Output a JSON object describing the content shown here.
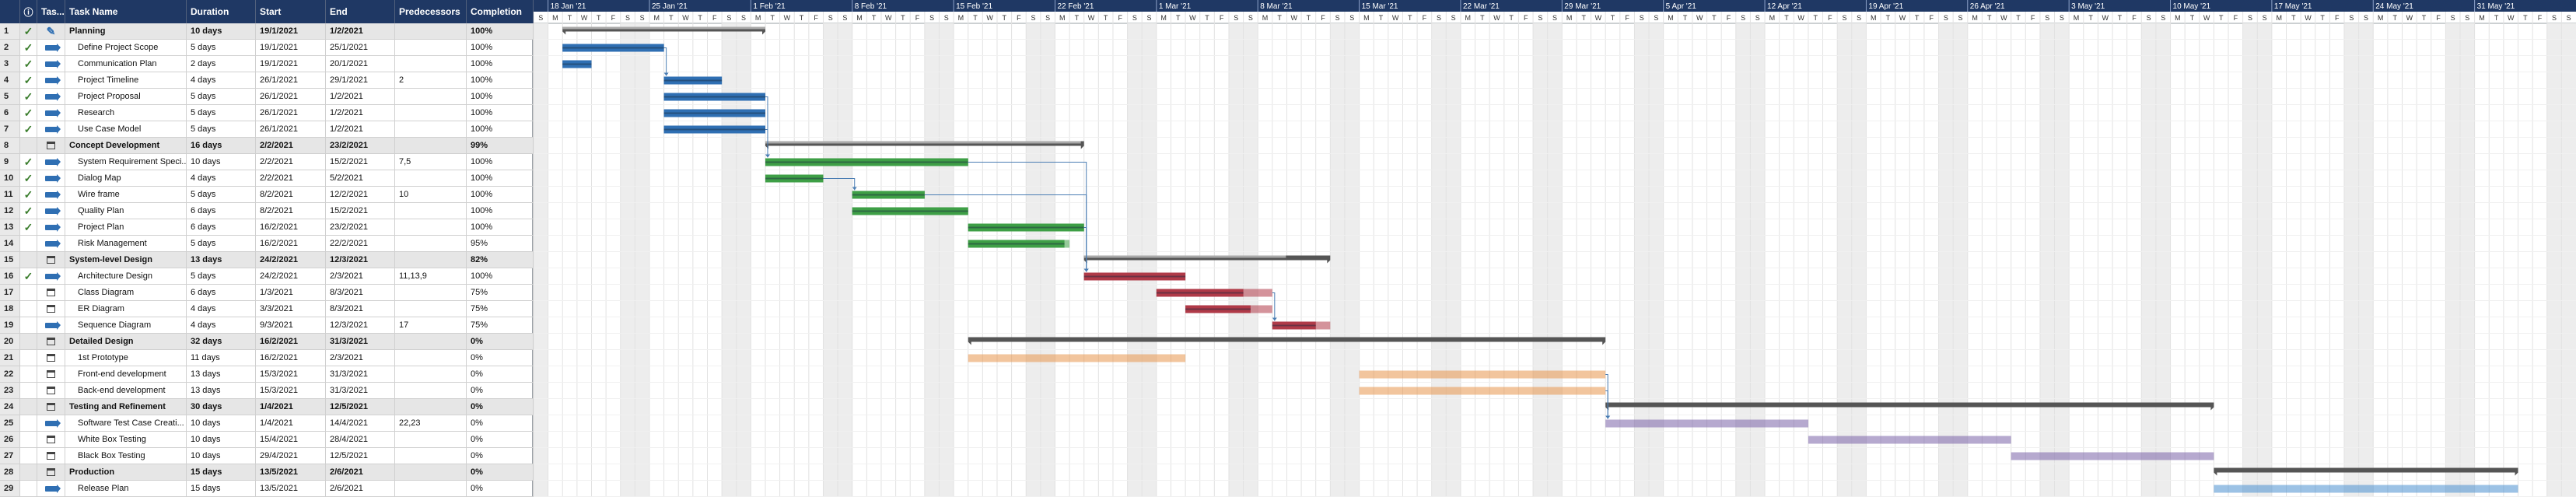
{
  "columns": {
    "id": "",
    "info": "ⓘ",
    "mode": "Tas...",
    "name": "Task Name",
    "duration": "Duration",
    "start": "Start",
    "end": "End",
    "predecessors": "Predecessors",
    "completion": "Completion"
  },
  "timeline": {
    "start": "2021-01-17",
    "end": "2021-06-06",
    "week_labels": [
      "18 Jan '21",
      "25 Jan '21",
      "1 Feb '21",
      "8 Feb '21",
      "15 Feb '21",
      "22 Feb '21",
      "1 Mar '21",
      "8 Mar '21",
      "15 Mar '21",
      "22 Mar '21",
      "29 Mar '21",
      "5 Apr '21",
      "12 Apr '21",
      "19 Apr '21",
      "26 Apr '21",
      "3 May '21",
      "10 May '21",
      "17 May '21",
      "24 May '21",
      "31 May '21"
    ],
    "day_letters": [
      "S",
      "M",
      "T",
      "W",
      "T",
      "F",
      "S"
    ]
  },
  "colors": {
    "planning": "#2f6fb3",
    "concept": "#3e9f46",
    "design": "#b03a48",
    "detailed": "#e8954d",
    "testing": "#7a63a8",
    "production": "#4a8fd0",
    "summary": "#555555"
  },
  "tasks": [
    {
      "id": "1",
      "name": "Planning",
      "duration": "10 days",
      "start": "19/1/2021",
      "end": "1/2/2021",
      "predecessors": "",
      "completion": "100%",
      "summary": true,
      "done": true,
      "icon": "pin",
      "s": "2021-01-19",
      "e": "2021-02-01",
      "pct": 1,
      "color": "planning"
    },
    {
      "id": "2",
      "name": "Define Project Scope",
      "duration": "5 days",
      "start": "19/1/2021",
      "end": "25/1/2021",
      "predecessors": "",
      "completion": "100%",
      "summary": false,
      "done": true,
      "icon": "auto",
      "s": "2021-01-19",
      "e": "2021-01-25",
      "pct": 1,
      "color": "planning"
    },
    {
      "id": "3",
      "name": "Communication Plan",
      "duration": "2 days",
      "start": "19/1/2021",
      "end": "20/1/2021",
      "predecessors": "",
      "completion": "100%",
      "summary": false,
      "done": true,
      "icon": "auto",
      "s": "2021-01-19",
      "e": "2021-01-20",
      "pct": 1,
      "color": "planning"
    },
    {
      "id": "4",
      "name": "Project Timeline",
      "duration": "4 days",
      "start": "26/1/2021",
      "end": "29/1/2021",
      "predecessors": "2",
      "completion": "100%",
      "summary": false,
      "done": true,
      "icon": "auto",
      "s": "2021-01-26",
      "e": "2021-01-29",
      "pct": 1,
      "color": "planning"
    },
    {
      "id": "5",
      "name": "Project Proposal",
      "duration": "5 days",
      "start": "26/1/2021",
      "end": "1/2/2021",
      "predecessors": "",
      "completion": "100%",
      "summary": false,
      "done": true,
      "icon": "auto",
      "s": "2021-01-26",
      "e": "2021-02-01",
      "pct": 1,
      "color": "planning"
    },
    {
      "id": "6",
      "name": "Research",
      "duration": "5 days",
      "start": "26/1/2021",
      "end": "1/2/2021",
      "predecessors": "",
      "completion": "100%",
      "summary": false,
      "done": true,
      "icon": "auto",
      "s": "2021-01-26",
      "e": "2021-02-01",
      "pct": 1,
      "color": "planning"
    },
    {
      "id": "7",
      "name": "Use Case Model",
      "duration": "5 days",
      "start": "26/1/2021",
      "end": "1/2/2021",
      "predecessors": "",
      "completion": "100%",
      "summary": false,
      "done": true,
      "icon": "auto",
      "s": "2021-01-26",
      "e": "2021-02-01",
      "pct": 1,
      "color": "planning"
    },
    {
      "id": "8",
      "name": "Concept Development",
      "duration": "16 days",
      "start": "2/2/2021",
      "end": "23/2/2021",
      "predecessors": "",
      "completion": "99%",
      "summary": true,
      "done": false,
      "icon": "cal",
      "s": "2021-02-02",
      "e": "2021-02-23",
      "pct": 0.99,
      "color": "concept"
    },
    {
      "id": "9",
      "name": "System Requirement Speci...",
      "duration": "10 days",
      "start": "2/2/2021",
      "end": "15/2/2021",
      "predecessors": "7,5",
      "completion": "100%",
      "summary": false,
      "done": true,
      "icon": "auto",
      "s": "2021-02-02",
      "e": "2021-02-15",
      "pct": 1,
      "color": "concept"
    },
    {
      "id": "10",
      "name": "Dialog Map",
      "duration": "4 days",
      "start": "2/2/2021",
      "end": "5/2/2021",
      "predecessors": "",
      "completion": "100%",
      "summary": false,
      "done": true,
      "icon": "auto",
      "s": "2021-02-02",
      "e": "2021-02-05",
      "pct": 1,
      "color": "concept"
    },
    {
      "id": "11",
      "name": "Wire frame",
      "duration": "5 days",
      "start": "8/2/2021",
      "end": "12/2/2021",
      "predecessors": "10",
      "completion": "100%",
      "summary": false,
      "done": true,
      "icon": "auto",
      "s": "2021-02-08",
      "e": "2021-02-12",
      "pct": 1,
      "color": "concept"
    },
    {
      "id": "12",
      "name": "Quality Plan",
      "duration": "6 days",
      "start": "8/2/2021",
      "end": "15/2/2021",
      "predecessors": "",
      "completion": "100%",
      "summary": false,
      "done": true,
      "icon": "auto",
      "s": "2021-02-08",
      "e": "2021-02-15",
      "pct": 1,
      "color": "concept"
    },
    {
      "id": "13",
      "name": "Project Plan",
      "duration": "6 days",
      "start": "16/2/2021",
      "end": "23/2/2021",
      "predecessors": "",
      "completion": "100%",
      "summary": false,
      "done": true,
      "icon": "auto",
      "s": "2021-02-16",
      "e": "2021-02-23",
      "pct": 1,
      "color": "concept"
    },
    {
      "id": "14",
      "name": "Risk Management",
      "duration": "5 days",
      "start": "16/2/2021",
      "end": "22/2/2021",
      "predecessors": "",
      "completion": "95%",
      "summary": false,
      "done": false,
      "icon": "auto",
      "s": "2021-02-16",
      "e": "2021-02-22",
      "pct": 0.95,
      "color": "concept"
    },
    {
      "id": "15",
      "name": "System-level Design",
      "duration": "13 days",
      "start": "24/2/2021",
      "end": "12/3/2021",
      "predecessors": "",
      "completion": "82%",
      "summary": true,
      "done": false,
      "icon": "cal",
      "s": "2021-02-24",
      "e": "2021-03-12",
      "pct": 0.82,
      "color": "design"
    },
    {
      "id": "16",
      "name": "Architecture Design",
      "duration": "5 days",
      "start": "24/2/2021",
      "end": "2/3/2021",
      "predecessors": "11,13,9",
      "completion": "100%",
      "summary": false,
      "done": true,
      "icon": "auto",
      "s": "2021-02-24",
      "e": "2021-03-02",
      "pct": 1,
      "color": "design"
    },
    {
      "id": "17",
      "name": "Class Diagram",
      "duration": "6 days",
      "start": "1/3/2021",
      "end": "8/3/2021",
      "predecessors": "",
      "completion": "75%",
      "summary": false,
      "done": false,
      "icon": "cal",
      "s": "2021-03-01",
      "e": "2021-03-08",
      "pct": 0.75,
      "color": "design"
    },
    {
      "id": "18",
      "name": "ER Diagram",
      "duration": "4 days",
      "start": "3/3/2021",
      "end": "8/3/2021",
      "predecessors": "",
      "completion": "75%",
      "summary": false,
      "done": false,
      "icon": "cal",
      "s": "2021-03-03",
      "e": "2021-03-08",
      "pct": 0.75,
      "color": "design"
    },
    {
      "id": "19",
      "name": "Sequence Diagram",
      "duration": "4 days",
      "start": "9/3/2021",
      "end": "12/3/2021",
      "predecessors": "17",
      "completion": "75%",
      "summary": false,
      "done": false,
      "icon": "auto",
      "s": "2021-03-09",
      "e": "2021-03-12",
      "pct": 0.75,
      "color": "design"
    },
    {
      "id": "20",
      "name": "Detailed Design",
      "duration": "32 days",
      "start": "16/2/2021",
      "end": "31/3/2021",
      "predecessors": "",
      "completion": "0%",
      "summary": true,
      "done": false,
      "icon": "cal",
      "s": "2021-02-16",
      "e": "2021-03-31",
      "pct": 0,
      "color": "detailed"
    },
    {
      "id": "21",
      "name": "1st Prototype",
      "duration": "11 days",
      "start": "16/2/2021",
      "end": "2/3/2021",
      "predecessors": "",
      "completion": "0%",
      "summary": false,
      "done": false,
      "icon": "cal",
      "s": "2021-02-16",
      "e": "2021-03-02",
      "pct": 0,
      "color": "detailed"
    },
    {
      "id": "22",
      "name": "Front-end development",
      "duration": "13 days",
      "start": "15/3/2021",
      "end": "31/3/2021",
      "predecessors": "",
      "completion": "0%",
      "summary": false,
      "done": false,
      "icon": "cal",
      "s": "2021-03-15",
      "e": "2021-03-31",
      "pct": 0,
      "color": "detailed"
    },
    {
      "id": "23",
      "name": "Back-end development",
      "duration": "13 days",
      "start": "15/3/2021",
      "end": "31/3/2021",
      "predecessors": "",
      "completion": "0%",
      "summary": false,
      "done": false,
      "icon": "cal",
      "s": "2021-03-15",
      "e": "2021-03-31",
      "pct": 0,
      "color": "detailed"
    },
    {
      "id": "24",
      "name": "Testing and Refinement",
      "duration": "30 days",
      "start": "1/4/2021",
      "end": "12/5/2021",
      "predecessors": "",
      "completion": "0%",
      "summary": true,
      "done": false,
      "icon": "cal",
      "s": "2021-04-01",
      "e": "2021-05-12",
      "pct": 0,
      "color": "testing"
    },
    {
      "id": "25",
      "name": "Software Test Case Creati...",
      "duration": "10 days",
      "start": "1/4/2021",
      "end": "14/4/2021",
      "predecessors": "22,23",
      "completion": "0%",
      "summary": false,
      "done": false,
      "icon": "auto",
      "s": "2021-04-01",
      "e": "2021-04-14",
      "pct": 0,
      "color": "testing"
    },
    {
      "id": "26",
      "name": "White Box Testing",
      "duration": "10 days",
      "start": "15/4/2021",
      "end": "28/4/2021",
      "predecessors": "",
      "completion": "0%",
      "summary": false,
      "done": false,
      "icon": "cal",
      "s": "2021-04-15",
      "e": "2021-04-28",
      "pct": 0,
      "color": "testing"
    },
    {
      "id": "27",
      "name": "Black Box Testing",
      "duration": "10 days",
      "start": "29/4/2021",
      "end": "12/5/2021",
      "predecessors": "",
      "completion": "0%",
      "summary": false,
      "done": false,
      "icon": "cal",
      "s": "2021-04-29",
      "e": "2021-05-12",
      "pct": 0,
      "color": "testing"
    },
    {
      "id": "28",
      "name": "Production",
      "duration": "15 days",
      "start": "13/5/2021",
      "end": "2/6/2021",
      "predecessors": "",
      "completion": "0%",
      "summary": true,
      "done": false,
      "icon": "cal",
      "s": "2021-05-13",
      "e": "2021-06-02",
      "pct": 0,
      "color": "production"
    },
    {
      "id": "29",
      "name": "Release Plan",
      "duration": "15 days",
      "start": "13/5/2021",
      "end": "2/6/2021",
      "predecessors": "",
      "completion": "0%",
      "summary": false,
      "done": false,
      "icon": "auto",
      "s": "2021-05-13",
      "e": "2021-06-02",
      "pct": 0,
      "color": "production"
    }
  ]
}
